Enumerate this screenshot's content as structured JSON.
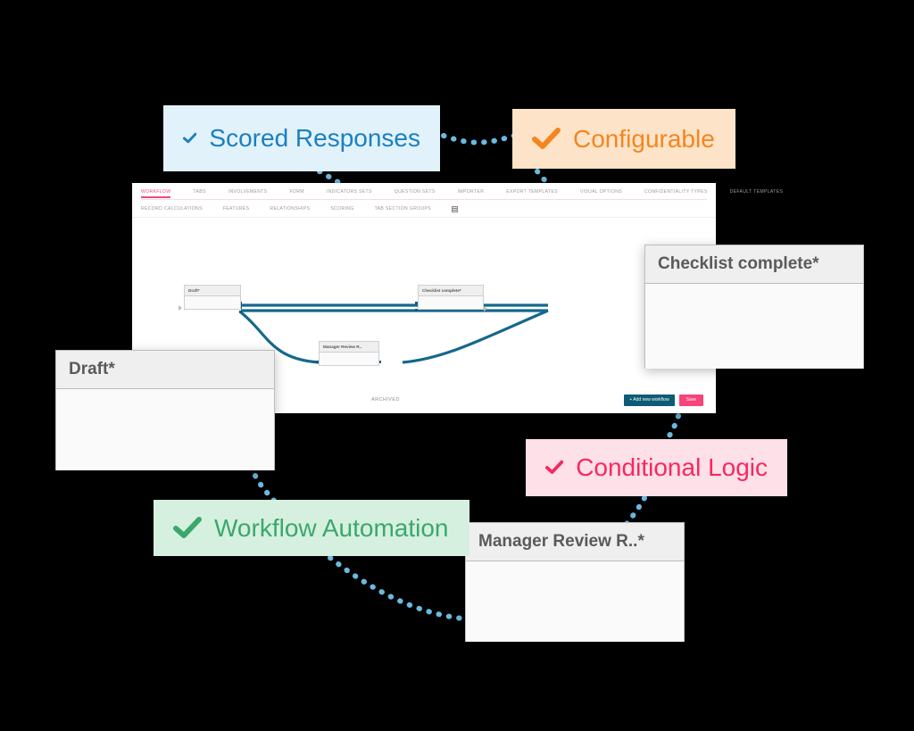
{
  "app": {
    "tabs_row1": [
      {
        "label": "WORKFLOW",
        "active": true
      },
      {
        "label": "TABS",
        "active": false
      },
      {
        "label": "INVOLVEMENTS",
        "active": false
      },
      {
        "label": "FORM",
        "active": false
      },
      {
        "label": "INDICATORS SETS",
        "active": false
      },
      {
        "label": "QUESTION SETS",
        "active": false
      },
      {
        "label": "IMPORTER",
        "active": false
      },
      {
        "label": "EXPORT TEMPLATES",
        "active": false
      },
      {
        "label": "VISUAL OPTIONS",
        "active": false
      },
      {
        "label": "CONFIDENTIALITY TYPES",
        "active": false
      },
      {
        "label": "DEFAULT TEMPLATES",
        "active": false
      }
    ],
    "tabs_row2": [
      {
        "label": "RECORD CALCULATIONS"
      },
      {
        "label": "FEATURES"
      },
      {
        "label": "RELATIONSHIPS"
      },
      {
        "label": "SCORING"
      },
      {
        "label": "TAB SECTION GROUPS"
      }
    ],
    "grid_icon_name": "grid-view-icon",
    "footer": {
      "archived_label": "ARCHIVED",
      "add_button_label": "+ Add new workflow",
      "save_button_label": "Save"
    },
    "flow_nodes": [
      {
        "id": "draft",
        "title": "Draft*"
      },
      {
        "id": "manager",
        "title": "Manager Review R.."
      },
      {
        "id": "checklist",
        "title": "Checklist complete*"
      }
    ],
    "flow_edge_color": "#15688c"
  },
  "zoom_cards": [
    {
      "id": "draft",
      "title": "Draft*"
    },
    {
      "id": "checklist",
      "title": "Checklist complete*"
    },
    {
      "id": "manager",
      "title": "Manager Review R..*"
    }
  ],
  "callouts": [
    {
      "id": "scored",
      "label": "Scored Responses",
      "icon": "checkmark-icon",
      "background": "#e1f2fb",
      "color": "#1b7fc0"
    },
    {
      "id": "configurable",
      "label": "Configurable",
      "icon": "checkmark-icon",
      "background": "#fde3c8",
      "color": "#f5851f"
    },
    {
      "id": "conditional",
      "label": "Conditional Logic",
      "icon": "checkmark-icon",
      "background": "#fde0e8",
      "color": "#f8285f"
    },
    {
      "id": "automation",
      "label": "Workflow Automation",
      "icon": "checkmark-icon",
      "background": "#d6f0e0",
      "color": "#3aa86c"
    }
  ],
  "connector_color": "#6bb8e0"
}
